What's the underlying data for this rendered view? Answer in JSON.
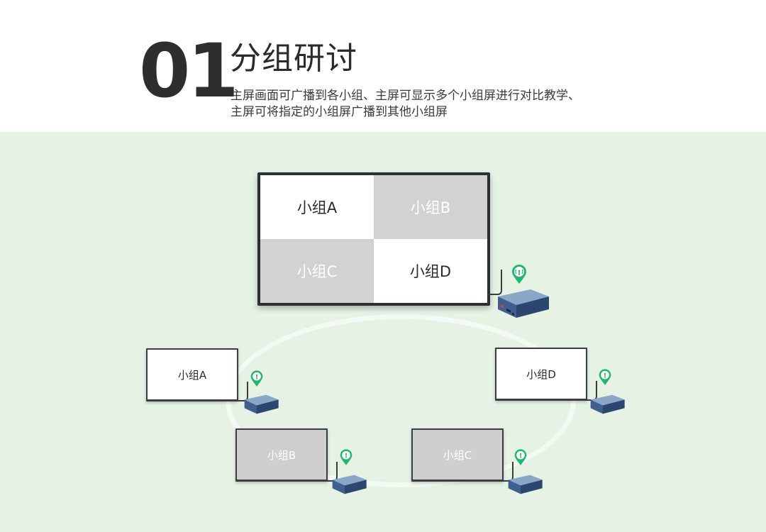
{
  "header": {
    "number": "01",
    "title": "分组研讨",
    "description_line1": "主屏画面可广播到各小组、主屏可显示多个小组屏进行对比教学、",
    "description_line2": "主屏可将指定的小组屏广播到其他小组屏"
  },
  "main_display": {
    "cells": [
      "小组A",
      "小组B",
      "小组C",
      "小组D"
    ]
  },
  "group_displays": {
    "a": "小组A",
    "b": "小组B",
    "c": "小组C",
    "d": "小组D"
  },
  "colors": {
    "background_stage": "#e5f2e4",
    "pin_green": "#22b573",
    "box_blue": "#4a6a9a",
    "grey_panel": "#d2d2d2"
  },
  "icons": [
    "wireless-pin-icon",
    "receiver-box-icon"
  ]
}
